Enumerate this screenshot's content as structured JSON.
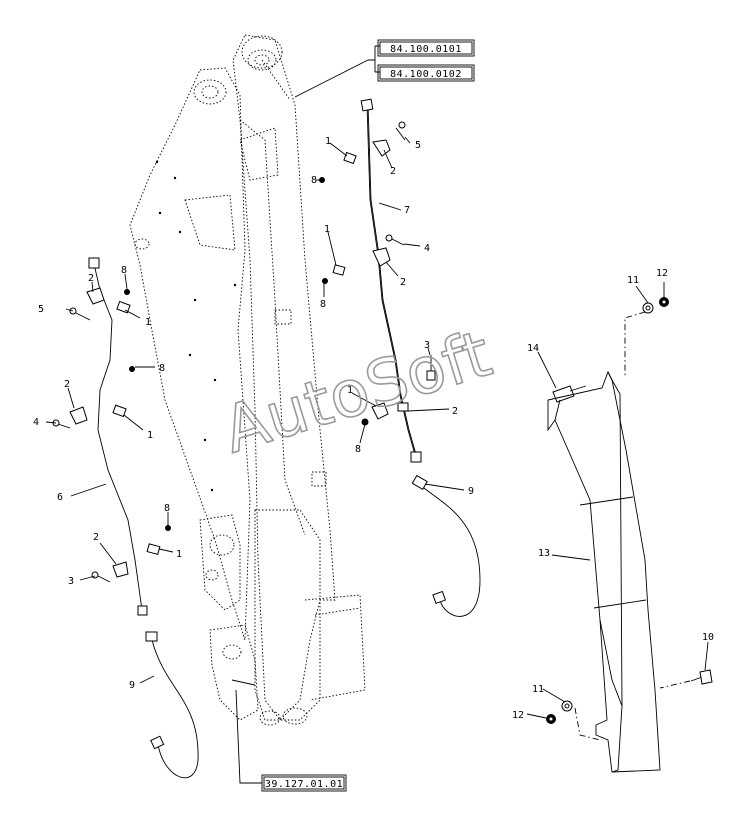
{
  "watermark": "AutoSoft",
  "reference_codes": {
    "top_1": "84.100.0101",
    "top_2": "84.100.0102",
    "bottom": "39.127.01.01"
  },
  "callouts": {
    "c1_top": "1",
    "c2_top": "2",
    "c5_top": "5",
    "c8_top": "8",
    "c7": "7",
    "c1_mid": "1",
    "c4_mid": "4",
    "c2_mid": "2",
    "c8_mid": "8",
    "c3_right": "3",
    "c1_right": "1",
    "c2_right": "2",
    "c8_right": "8",
    "c9_right": "9",
    "c2_l1": "2",
    "c8_l1": "8",
    "c5_l": "5",
    "c1_l1": "1",
    "c8_l2": "8",
    "c2_l2": "2",
    "c4_l": "4",
    "c1_l2": "1",
    "c6": "6",
    "c8_l3": "8",
    "c1_l3": "1",
    "c2_l3": "2",
    "c3_l": "3",
    "c9_left": "9",
    "c11_top": "11",
    "c12_top": "12",
    "c14": "14",
    "c13": "13",
    "c10": "10",
    "c11_bot": "11",
    "c12_bot": "12"
  }
}
